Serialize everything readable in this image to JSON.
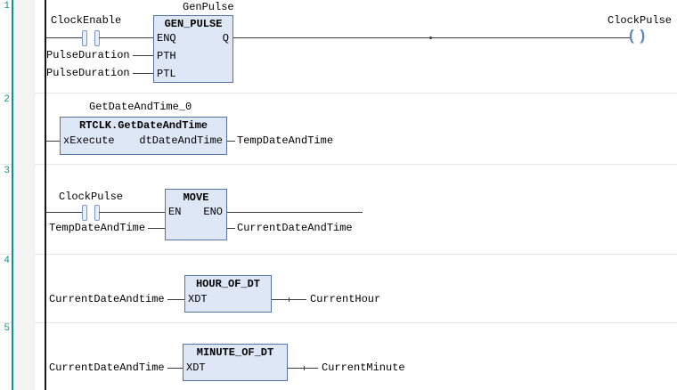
{
  "colors": {
    "accent_teal": "#0f9290",
    "block_fill": "#dde7f5",
    "block_border": "#56749f",
    "contact_blue": "#7b97c6",
    "wire": "#3c3c3c"
  },
  "networks": [
    {
      "number": "1",
      "instance_label": "GenPulse",
      "contact_label": "ClockEnable",
      "block_title": "GEN_PULSE",
      "pin_enq": "ENQ",
      "pin_q": "Q",
      "pin_pth": "PTH",
      "pin_ptl": "PTL",
      "pth_operand": "PulseDuration",
      "ptl_operand": "PulseDuration",
      "coil_label": "ClockPulse"
    },
    {
      "number": "2",
      "instance_label": "GetDateAndTime_0",
      "block_title": "RTCLK.GetDateAndTime",
      "pin_in": "xExecute",
      "pin_out": "dtDateAndTime",
      "output_operand": "TempDateAndTime"
    },
    {
      "number": "3",
      "contact_label": "ClockPulse",
      "block_title": "MOVE",
      "pin_en": "EN",
      "pin_eno": "ENO",
      "input_operand": "TempDateAndTime",
      "output_operand": "CurrentDateAndTime"
    },
    {
      "number": "4",
      "block_title": "HOUR_OF_DT",
      "pin_in": "XDT",
      "input_operand": "CurrentDateAndtime",
      "output_operand": "CurrentHour"
    },
    {
      "number": "5",
      "block_title": "MINUTE_OF_DT",
      "pin_in": "XDT",
      "input_operand": "CurrentDateAndTime",
      "output_operand": "CurrentMinute"
    }
  ]
}
